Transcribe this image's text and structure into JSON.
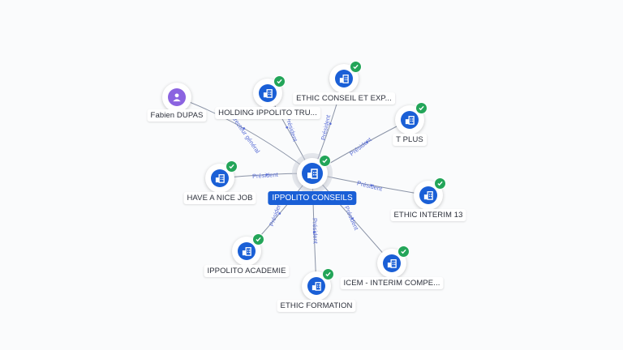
{
  "center": {
    "label": "IPPOLITO CONSEILS",
    "icon": "building-icon",
    "verified": true
  },
  "nodes": [
    {
      "label": "Fabien DUPAS",
      "type": "person",
      "icon": "person-icon",
      "verified": false
    },
    {
      "label": "HOLDING IPPOLITO TRU...",
      "type": "company",
      "icon": "building-icon",
      "verified": true
    },
    {
      "label": "ETHIC CONSEIL ET EXP...",
      "type": "company",
      "icon": "building-icon",
      "verified": true
    },
    {
      "label": "T PLUS",
      "type": "company",
      "icon": "building-icon",
      "verified": true
    },
    {
      "label": "HAVE A NICE JOB",
      "type": "company",
      "icon": "building-icon",
      "verified": true
    },
    {
      "label": "ETHIC INTERIM 13",
      "type": "company",
      "icon": "building-icon",
      "verified": true
    },
    {
      "label": "IPPOLITO ACADEMIE",
      "type": "company",
      "icon": "building-icon",
      "verified": true
    },
    {
      "label": "ICEM - INTERIM COMPE...",
      "type": "company",
      "icon": "building-icon",
      "verified": true
    },
    {
      "label": "ETHIC FORMATION",
      "type": "company",
      "icon": "building-icon",
      "verified": true
    }
  ],
  "edges": [
    {
      "label": "Directeur général"
    },
    {
      "label": "Président"
    },
    {
      "label": "Président"
    },
    {
      "label": "Président"
    },
    {
      "label": "Président"
    },
    {
      "label": "Président"
    },
    {
      "label": "Président"
    },
    {
      "label": "Président"
    },
    {
      "label": "Président"
    }
  ],
  "colors": {
    "company": "#1a5fd6",
    "person": "#8b63e0",
    "verified": "#23a559",
    "edge": "#8a93a6",
    "edge_label": "#5b6fd6"
  }
}
